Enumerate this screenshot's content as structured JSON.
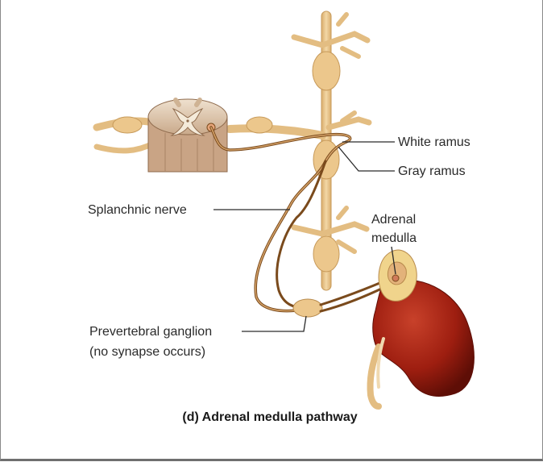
{
  "labels": {
    "white_ramus": "White ramus",
    "gray_ramus": "Gray ramus",
    "splanchnic_nerve": "Splanchnic nerve",
    "adrenal_medulla_line1": "Adrenal",
    "adrenal_medulla_line2": "medulla",
    "prevertebral_ganglion_line1": "Prevertebral ganglion",
    "prevertebral_ganglion_line2": "(no synapse occurs)"
  },
  "caption": "(d) Adrenal medulla pathway",
  "colors": {
    "nerve": "#e8c48a",
    "nerve_dark": "#b88a4c",
    "kidney": "#9e1e10",
    "adrenal": "#f0d48c",
    "fiber": "#7a4a1c",
    "leader": "#2a2a2a"
  }
}
